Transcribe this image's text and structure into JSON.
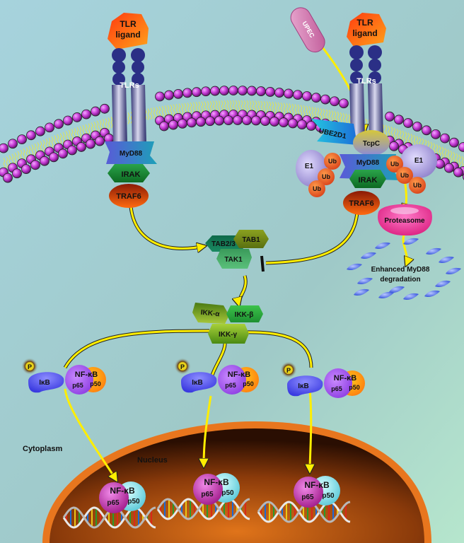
{
  "diagram": {
    "title": "TLR signaling and UPEC TcpC-mediated MyD88 degradation",
    "colors": {
      "background_top": "#a9d4dc",
      "background_bottom": "#b4e3cc",
      "arrow": "#ffee00",
      "lipid_head": "#c83fd8",
      "tlr": "#2b2f86",
      "nucleus": "#8a3c0c",
      "nucleus_rim": "#e8761e"
    },
    "left_pathway": {
      "ligand": [
        "TLR",
        "ligand"
      ],
      "receptor": "TLRs",
      "myd88": "MyD88",
      "irak": "IRAK",
      "traf6": "TRAF6"
    },
    "right_pathway": {
      "pathogen": "UPEC",
      "ligand": [
        "TLR",
        "ligand"
      ],
      "receptor": "TLRs",
      "ube2d1": "UBE2D1",
      "tcpc": "TcpC",
      "myd88": "MyD88",
      "irak": "IRAK",
      "traf6": "TRAF6",
      "e1_left": "E1",
      "e1_right": "E1",
      "ub": "Ub",
      "proteasome": "Proteasome",
      "degradation": [
        "Enhanced MyD88",
        "degradation"
      ]
    },
    "tak_complex": {
      "tab23": "TAB2/3",
      "tab1": "TAB1",
      "tak1": "TAK1"
    },
    "ikk_complex": {
      "alpha": "IKK-α",
      "beta": "IKK-β",
      "gamma": "IKK-γ"
    },
    "cytoplasm_complexes": [
      {
        "phospho": "P",
        "ikb": "IκB",
        "nfkb": "NF-κB",
        "p65": "p65",
        "p50": "p50"
      },
      {
        "phospho": "P",
        "ikb": "IκB",
        "nfkb": "NF-κB",
        "p65": "p65",
        "p50": "p50"
      },
      {
        "phospho": "P",
        "ikb": "IκB",
        "nfkb": "NF-κB",
        "p65": "p65",
        "p50": "p50"
      }
    ],
    "nuclear_complexes": [
      {
        "nfkb": "NF-κB",
        "p65": "p65",
        "p50": "p50"
      },
      {
        "nfkb": "NF-κB",
        "p65": "p65",
        "p50": "p50"
      },
      {
        "nfkb": "NF-κB",
        "p65": "p65",
        "p50": "p50"
      }
    ],
    "compartments": {
      "cytoplasm": "Cytoplasm",
      "nucleus": "Nucleus"
    }
  }
}
